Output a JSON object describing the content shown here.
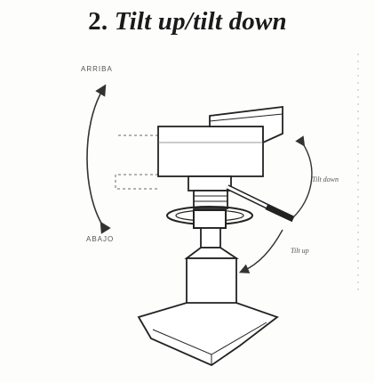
{
  "figure": {
    "title_number": "2.",
    "title_text": "Tilt up/tilt down",
    "labels": {
      "arriba": "ARRIBA",
      "abajo": "ABAJO",
      "tilt_down": "Tilt down",
      "tilt_up": "Tilt up"
    }
  }
}
